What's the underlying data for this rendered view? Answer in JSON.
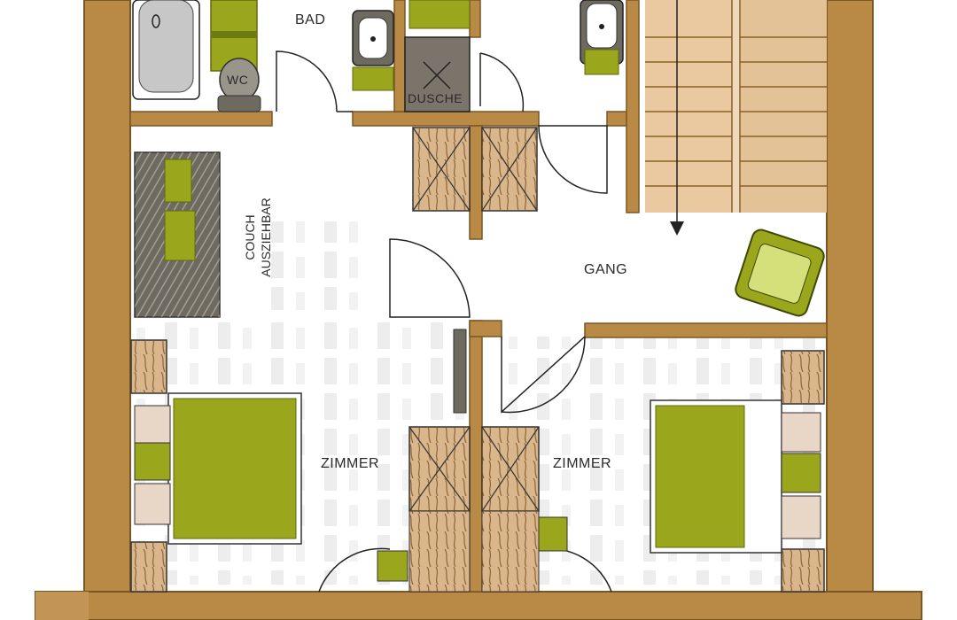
{
  "rooms": {
    "bad": "BAD",
    "wc": "WC",
    "dusche": "DUSCHE",
    "gang": "GANG",
    "zimmer_left": "ZIMMER",
    "zimmer_right": "ZIMMER"
  },
  "couch": {
    "line1": "COUCH",
    "line2": "AUSZIEHBAR"
  },
  "colors": {
    "wall": "#b88a45",
    "wall_dark": "#8a6125",
    "floor_wood": "#e9c9a3",
    "green": "#9aa61c",
    "green_dark": "#5f6a0d",
    "gray": "#6f6a60"
  }
}
